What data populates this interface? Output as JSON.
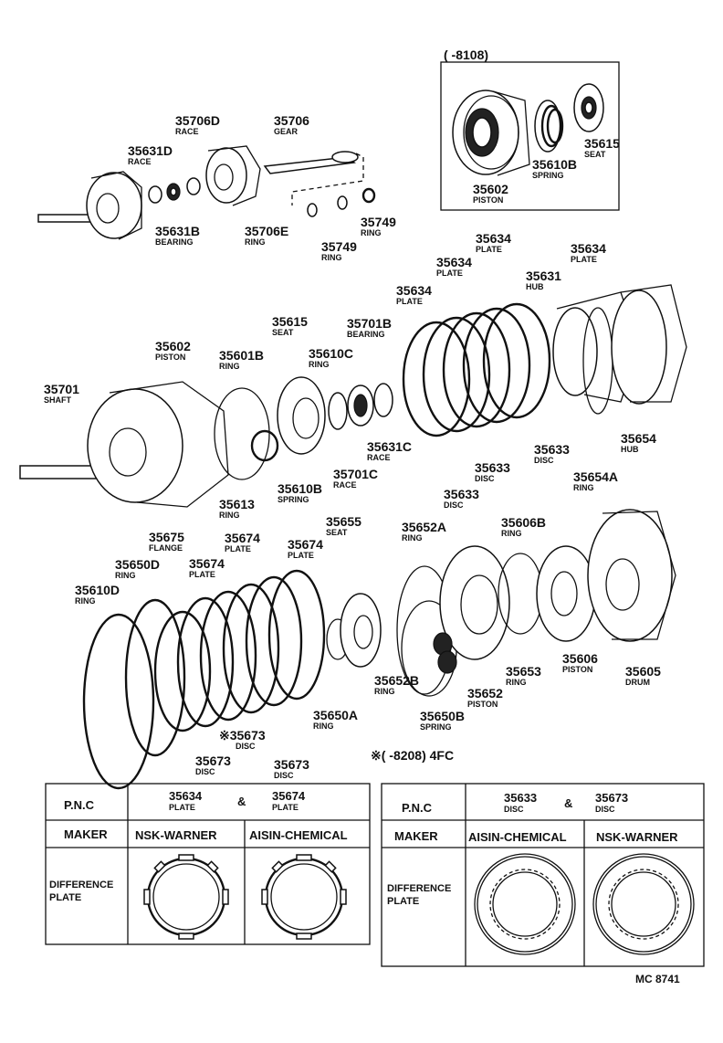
{
  "inset": {
    "header": "(      -8108)"
  },
  "callouts": [
    {
      "num": "35615",
      "name": "SEAT"
    },
    {
      "num": "35602",
      "name": "PISTON"
    },
    {
      "num": "35610B",
      "name": "SPRING"
    },
    {
      "num": "35706D",
      "name": "RACE"
    },
    {
      "num": "35706",
      "name": "GEAR"
    },
    {
      "num": "35631D",
      "name": "RACE"
    },
    {
      "num": "35631B",
      "name": "BEARING"
    },
    {
      "num": "35706E",
      "name": "RING"
    },
    {
      "num": "35749",
      "name": "RING"
    },
    {
      "num": "35749",
      "name": "RING"
    },
    {
      "num": "35634",
      "name": "PLATE"
    },
    {
      "num": "35634",
      "name": "PLATE"
    },
    {
      "num": "35634",
      "name": "PLATE"
    },
    {
      "num": "35634",
      "name": "PLATE"
    },
    {
      "num": "35631",
      "name": "HUB"
    },
    {
      "num": "35615",
      "name": "SEAT"
    },
    {
      "num": "35701B",
      "name": "BEARING"
    },
    {
      "num": "35602",
      "name": "PISTON"
    },
    {
      "num": "35601B",
      "name": "RING"
    },
    {
      "num": "35610C",
      "name": "RING"
    },
    {
      "num": "35701",
      "name": "SHAFT"
    },
    {
      "num": "35631C",
      "name": "RACE"
    },
    {
      "num": "35701C",
      "name": "RACE"
    },
    {
      "num": "35610B",
      "name": "SPRING"
    },
    {
      "num": "35613",
      "name": "RING"
    },
    {
      "num": "35633",
      "name": "DISC"
    },
    {
      "num": "35633",
      "name": "DISC"
    },
    {
      "num": "35633",
      "name": "DISC"
    },
    {
      "num": "35654",
      "name": "HUB"
    },
    {
      "num": "35654A",
      "name": "RING"
    },
    {
      "num": "35655",
      "name": "SEAT"
    },
    {
      "num": "35652A",
      "name": "RING"
    },
    {
      "num": "35606B",
      "name": "RING"
    },
    {
      "num": "35675",
      "name": "FLANGE"
    },
    {
      "num": "35674",
      "name": "PLATE"
    },
    {
      "num": "35674",
      "name": "PLATE"
    },
    {
      "num": "35674",
      "name": "PLATE"
    },
    {
      "num": "35650D",
      "name": "RING"
    },
    {
      "num": "35610D",
      "name": "RING"
    },
    {
      "num": "35652B",
      "name": "RING"
    },
    {
      "num": "35653",
      "name": "RING"
    },
    {
      "num": "35606",
      "name": "PISTON"
    },
    {
      "num": "35605",
      "name": "DRUM"
    },
    {
      "num": "35652",
      "name": "PISTON"
    },
    {
      "num": "35650B",
      "name": "SPRING"
    },
    {
      "num": "35650A",
      "name": "RING"
    },
    {
      "num": "※35673",
      "name": "DISC"
    },
    {
      "num": "35673",
      "name": "DISC"
    },
    {
      "num": "35673",
      "name": "DISC"
    }
  ],
  "footnote": "※(      -8208) 4FC",
  "tables": [
    {
      "pnc_label": "P.N.C",
      "part1_num": "35634",
      "part1_name": "PLATE",
      "amp": "&",
      "part2_num": "35674",
      "part2_name": "PLATE",
      "maker_label": "MAKER",
      "maker1": "NSK-WARNER",
      "maker2": "AISIN-CHEMICAL",
      "diff_label_1": "DIFFERENCE",
      "diff_label_2": "PLATE"
    },
    {
      "pnc_label": "P.N.C",
      "part1_num": "35633",
      "part1_name": "DISC",
      "amp": "&",
      "part2_num": "35673",
      "part2_name": "DISC",
      "maker_label": "MAKER",
      "maker1": "AISIN-CHEMICAL",
      "maker2": "NSK-WARNER",
      "diff_label_1": "DIFFERENCE",
      "diff_label_2": "PLATE"
    }
  ],
  "drawing_code": "MC  8741"
}
